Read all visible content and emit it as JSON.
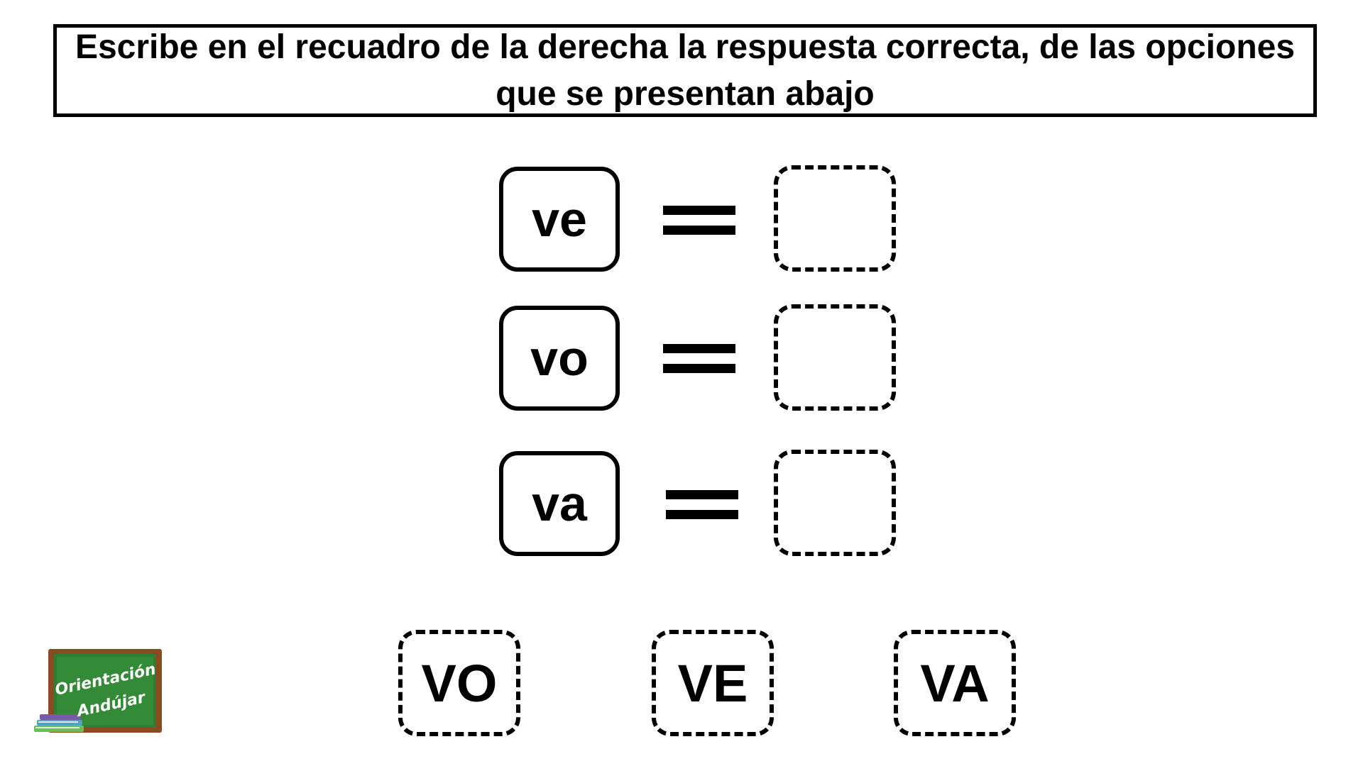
{
  "instruction": {
    "line1": "Escribe en el recuadro de la derecha la respuesta correcta, de las opciones",
    "line2": "que se presentan abajo"
  },
  "exercise": {
    "rows": [
      {
        "syllable": "ve"
      },
      {
        "syllable": "vo"
      },
      {
        "syllable": "va"
      }
    ]
  },
  "options": [
    {
      "label": "VO"
    },
    {
      "label": "VE"
    },
    {
      "label": "VA"
    }
  ],
  "logo": {
    "line1": "Orientación",
    "line2": "Andújar",
    "icon": "chalkboard-icon",
    "board_color": "#2e7d32",
    "frame_color": "#a0522d"
  }
}
